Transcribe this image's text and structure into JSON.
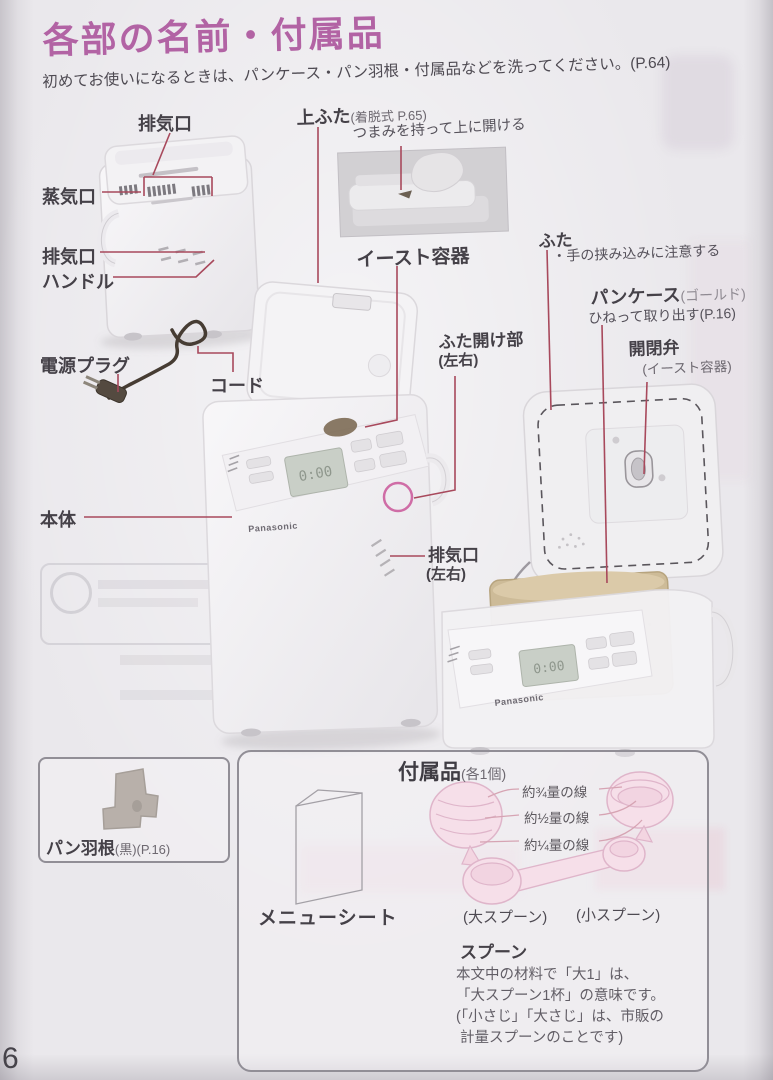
{
  "page": {
    "title": "各部の名前・付属品",
    "intro": "初めてお使いになるときは、パンケース・パン羽根・付属品などを洗ってください。(P.64)",
    "page_number": "6"
  },
  "labels": {
    "exhaust_top": "排気口",
    "top_lid": "上ふた",
    "top_lid_note": "(着脱式 P.65)",
    "knob_note": "つまみを持って上に開ける",
    "steam_vent": "蒸気口",
    "exhaust_left": "排気口",
    "handle": "ハンドル",
    "yeast_container": "イースト容器",
    "lid": "ふた",
    "lid_caution": "・手の挟み込みに注意する",
    "bread_case": "パンケース",
    "bread_case_color": "(ゴールド)",
    "bread_case_note": "ひねって取り出す(P.16)",
    "valve": "開閉弁",
    "valve_note": "(イースト容器)",
    "power_plug": "電源プラグ",
    "cord": "コード",
    "main_body": "本体",
    "lid_open_part": "ふた開け部",
    "lid_open_lr": "(左右)",
    "exhaust_side": "排気口",
    "exhaust_side_lr": "(左右)"
  },
  "machine": {
    "brand": "Panasonic"
  },
  "accessories": {
    "blade_name": "パン羽根",
    "blade_note": "(黒)(P.16)",
    "box_title": "付属品",
    "box_title_note": "(各1個)",
    "menu_sheet": "メニューシート",
    "cup_lines": [
      "約¾量の線",
      "約½量の線",
      "約¼量の線"
    ],
    "large_spoon": "(大スプーン)",
    "small_spoon": "(小スプーン)",
    "spoon_heading": "スプーン",
    "spoon_desc": [
      "本文中の材料で「大1」は、",
      "「大スプーン1杯」の意味です。",
      "(「小さじ」「大さじ」は、市販の",
      "計量スプーンのことです)"
    ]
  },
  "colors": {
    "title": "#b263a4",
    "leader": "#a8495c",
    "highlight": "#cf6da6",
    "accessory_pink": "#f5d3e0"
  }
}
